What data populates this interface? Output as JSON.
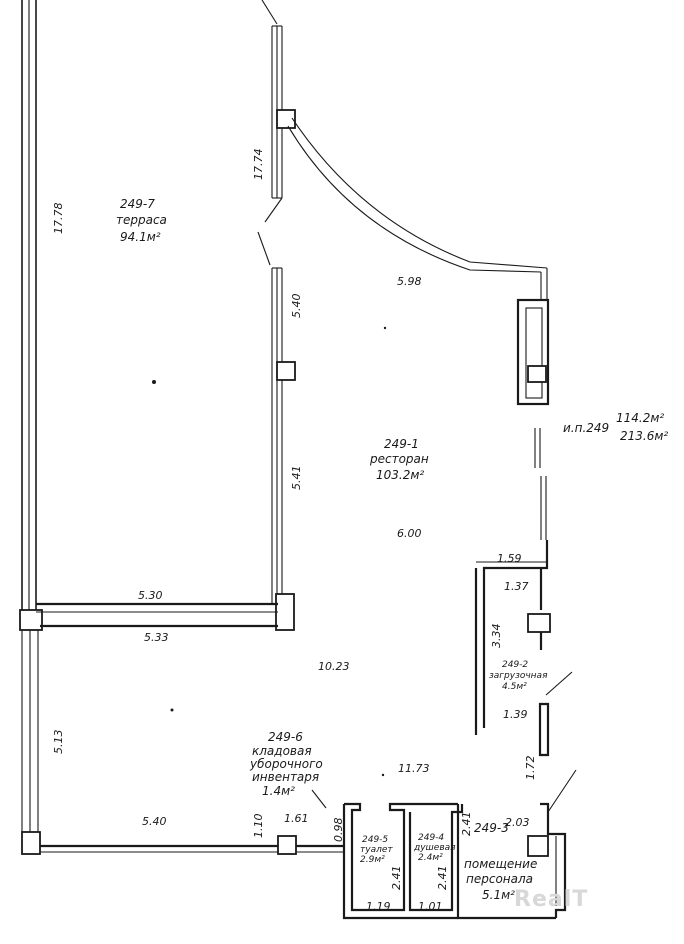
{
  "rooms": {
    "terrace": {
      "id": "249-7",
      "name": "терраса",
      "area": "94.1м²"
    },
    "restaurant": {
      "id": "249-1",
      "name": "ресторан",
      "area": "103.2м²"
    },
    "loading": {
      "id": "249-2",
      "name": "загрузочная",
      "area": "4.5м²"
    },
    "staff": {
      "id": "249-3",
      "name1": "помещение",
      "name2": "персонала",
      "area": "5.1м²"
    },
    "shower": {
      "id": "249-4",
      "name": "душевая",
      "area": "2.4м²"
    },
    "toilet": {
      "id": "249-5",
      "name": "туалет",
      "area": "2.9м²"
    },
    "storage": {
      "id": "249-6",
      "name1": "кладовая",
      "name2": "уборочного",
      "name3": "инвентаря",
      "area": "1.4м²"
    }
  },
  "summary": {
    "unit": "и.п.249",
    "area1": "114.2м²",
    "area2": "213.6м²"
  },
  "dims": {
    "d1778": "17.78",
    "d1774": "17.74",
    "d598": "5.98",
    "d540a": "5.40",
    "d541": "5.41",
    "d600": "6.00",
    "d159": "1.59",
    "d137": "1.37",
    "d334": "3.34",
    "d530": "5.30",
    "d533": "5.33",
    "d1023": "10.23",
    "d513": "5.13",
    "d139": "1.39",
    "d172": "1.72",
    "d1173": "11.73",
    "d540b": "5.40",
    "d110": "1.10",
    "d161": "1.61",
    "d098": "0.98",
    "d241a": "2.41",
    "d241b": "2.41",
    "d241c": "2.41",
    "d203": "2.03",
    "d119": "1.19",
    "d101": "1.01"
  },
  "watermark": "RealT"
}
